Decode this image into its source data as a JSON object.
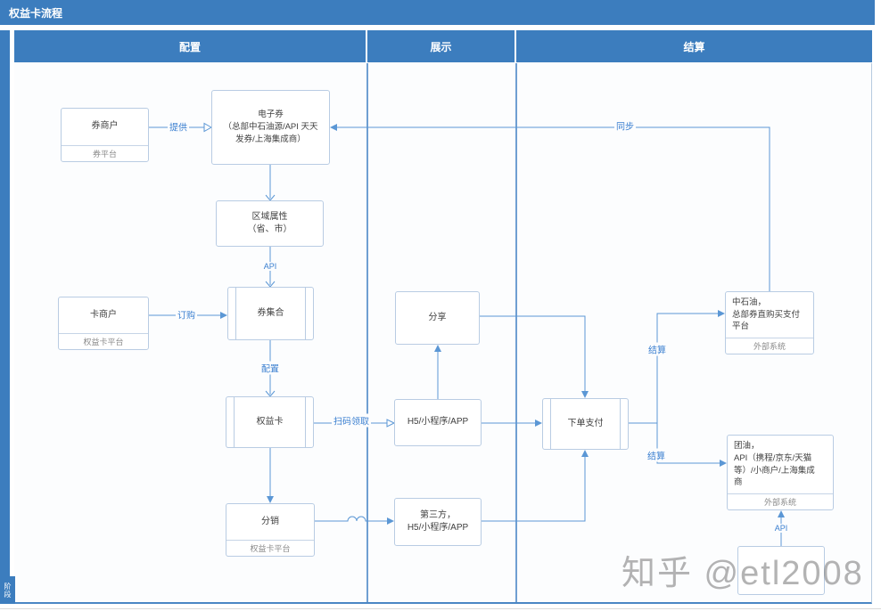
{
  "title": "权益卡流程",
  "stage_label": "阶段",
  "lanes": [
    {
      "label": "配置"
    },
    {
      "label": "展示"
    },
    {
      "label": "结算"
    }
  ],
  "nodes": {
    "quan_merchant": {
      "label": "券商户",
      "sublabel": "券平台"
    },
    "e_voucher": {
      "line1": "电子券",
      "line2": "（总部中石油源/API 天天",
      "line3": "发券/上海集成商）"
    },
    "region_attr": {
      "line1": "区域属性",
      "line2": "（省、市）"
    },
    "card_merchant": {
      "label": "卡商户",
      "sublabel": "权益卡平台"
    },
    "quan_collection": {
      "label": "券集合"
    },
    "rights_card": {
      "label": "权益卡"
    },
    "distribution": {
      "label": "分销",
      "sublabel": "权益卡平台"
    },
    "share": {
      "label": "分享"
    },
    "h5_app": {
      "label": "H5/小程序/APP"
    },
    "third_party": {
      "line1": "第三方，",
      "line2": "H5/小程序/APP"
    },
    "order_pay": {
      "label": "下单支付"
    },
    "cnpc": {
      "line1": "中石油，",
      "line2": "总部券直购买支付",
      "line3": "平台",
      "sublabel": "外部系统"
    },
    "tuanyou": {
      "line1": "团油，",
      "line2": "API（携程/京东/天猫",
      "line3": "等）/小商户/上海集成",
      "line4": "商",
      "sublabel": "外部系统"
    },
    "bottom_box": {
      "label": ""
    }
  },
  "edge_labels": {
    "provide": "提供",
    "sync": "同步",
    "api_top": "API",
    "order": "订购",
    "configure": "配置",
    "scan": "扫码领取",
    "settle_top": "结算",
    "settle_bottom": "结算",
    "api_bottom": "API"
  },
  "watermark": "知乎 @etl2008",
  "colors": {
    "header_blue": "#3c7dbe",
    "line_blue": "#5b97d5",
    "label_blue": "#3a7fd0",
    "lane_bg": "#fcfdfe"
  }
}
